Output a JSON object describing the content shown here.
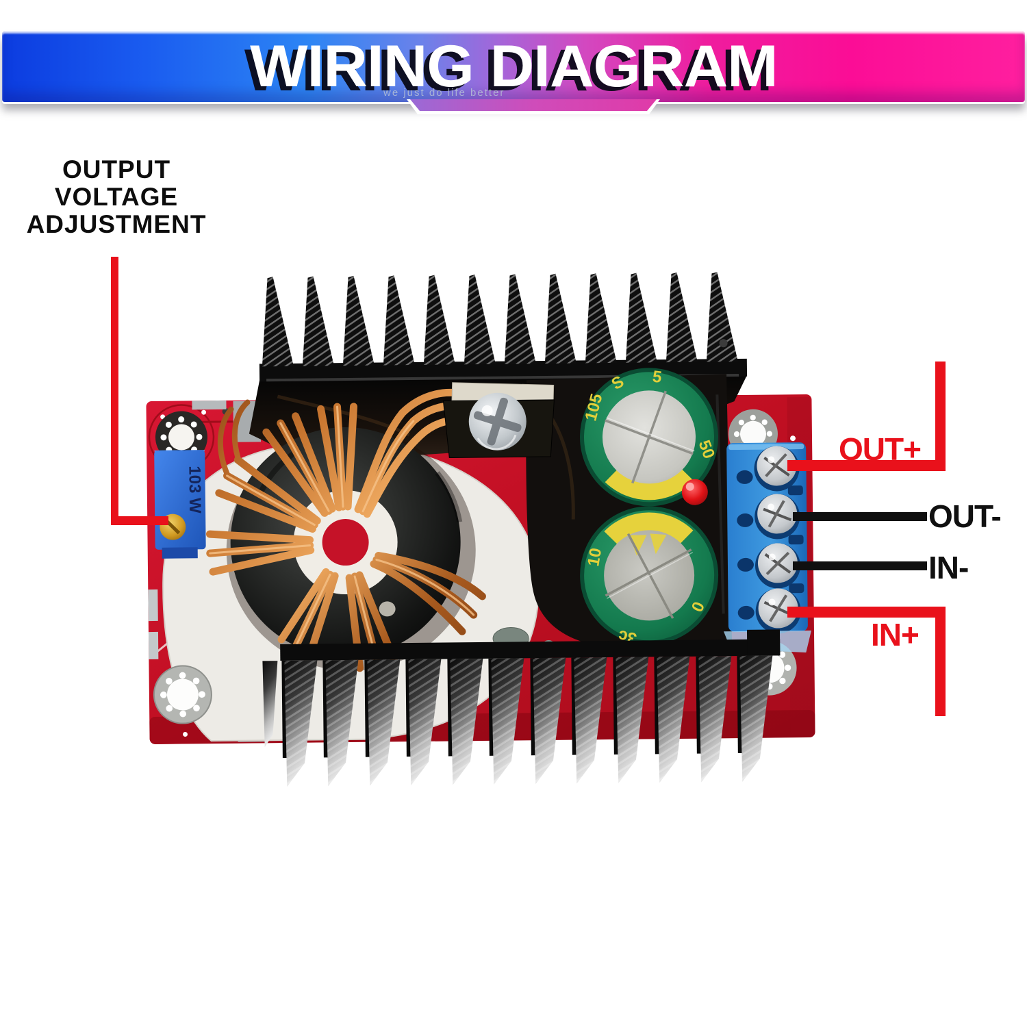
{
  "banner": {
    "title": "WIRING DIAGRAM",
    "watermark": "we just do life better",
    "colors": {
      "gradient_left": "#0c3ce0",
      "gradient_right": "#fb0d96",
      "title_color": "#ffffff"
    }
  },
  "annotations": {
    "adjustment_label": {
      "line1": "OUTPUT",
      "line2": "VOLTAGE",
      "line3": "ADJUSTMENT"
    },
    "ports": {
      "out_plus": {
        "label": "OUT+",
        "color": "#e9111b"
      },
      "out_minus": {
        "label": "OUT-",
        "color": "#101010"
      },
      "in_minus": {
        "label": "IN-",
        "color": "#101010"
      },
      "in_plus": {
        "label": "IN+",
        "color": "#e9111b"
      }
    }
  },
  "board": {
    "trimmer_marking": "103 W",
    "capacitor_top_markings": [
      "105",
      "S",
      "5",
      "50"
    ],
    "capacitor_bottom_markings": [
      "10",
      "3c",
      "0"
    ]
  },
  "colors": {
    "accent_red": "#e9111b",
    "line_black": "#101010",
    "pcb_red": "#c40f22",
    "terminal_blue": "#2f8ad8",
    "capacitor_green": "#147a4e",
    "heatsink_black": "#0d0d0d",
    "copper": "#c87630"
  }
}
